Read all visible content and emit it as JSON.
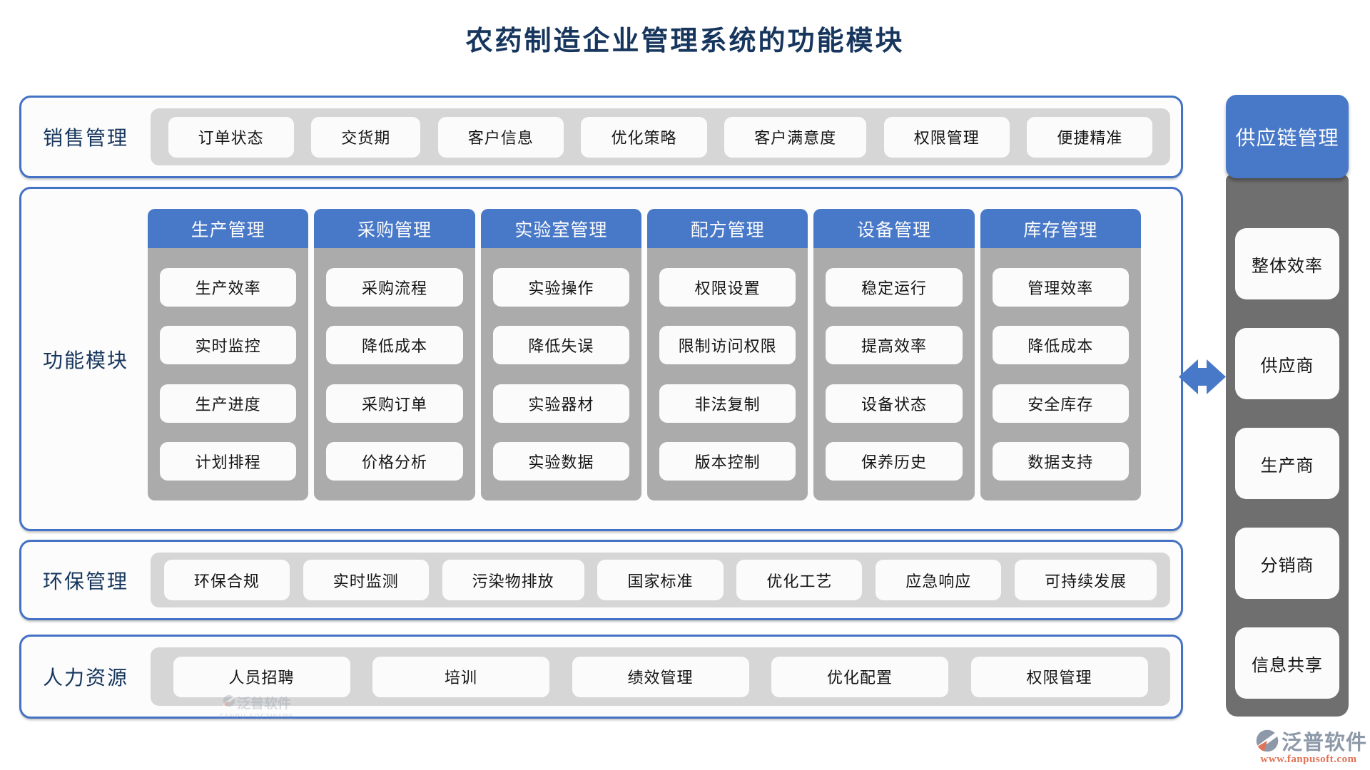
{
  "title": "农药制造企业管理系统的功能模块",
  "sales": {
    "label": "销售管理",
    "items": [
      "订单状态",
      "交货期",
      "客户信息",
      "优化策略",
      "客户满意度",
      "权限管理",
      "便捷精准"
    ]
  },
  "modules": {
    "label": "功能模块",
    "columns": [
      {
        "header": "生产管理",
        "items": [
          "生产效率",
          "实时监控",
          "生产进度",
          "计划排程"
        ]
      },
      {
        "header": "采购管理",
        "items": [
          "采购流程",
          "降低成本",
          "采购订单",
          "价格分析"
        ]
      },
      {
        "header": "实验室管理",
        "items": [
          "实验操作",
          "降低失误",
          "实验器材",
          "实验数据"
        ]
      },
      {
        "header": "配方管理",
        "items": [
          "权限设置",
          "限制访问权限",
          "非法复制",
          "版本控制"
        ]
      },
      {
        "header": "设备管理",
        "items": [
          "稳定运行",
          "提高效率",
          "设备状态",
          "保养历史"
        ]
      },
      {
        "header": "库存管理",
        "items": [
          "管理效率",
          "降低成本",
          "安全库存",
          "数据支持"
        ]
      }
    ]
  },
  "environment": {
    "label": "环保管理",
    "items": [
      "环保合规",
      "实时监测",
      "污染物排放",
      "国家标准",
      "优化工艺",
      "应急响应",
      "可持续发展"
    ]
  },
  "hr": {
    "label": "人力资源",
    "items": [
      "人员招聘",
      "培训",
      "绩效管理",
      "优化配置",
      "权限管理"
    ]
  },
  "supply": {
    "header": "供应链管理",
    "items": [
      "整体效率",
      "供应商",
      "生产商",
      "分销商",
      "信息共享"
    ]
  },
  "brand": {
    "name": "泛普软件",
    "url": "www.fanpusoft.com"
  },
  "watermark": {
    "name": "泛普软件",
    "sub": "FANPU SOFTWARE"
  },
  "colors": {
    "accent_blue": "#4878C8",
    "panel_border_blue": "#4472C4",
    "title_navy": "#17365D",
    "tray_gray": "#D6D6D6",
    "column_gray": "#ABABAB",
    "sidebar_gray": "#6F6F6F",
    "node_bg": "#FBFBFB",
    "brand_slate": "#8D99A8",
    "brand_orange": "#DF7257"
  }
}
